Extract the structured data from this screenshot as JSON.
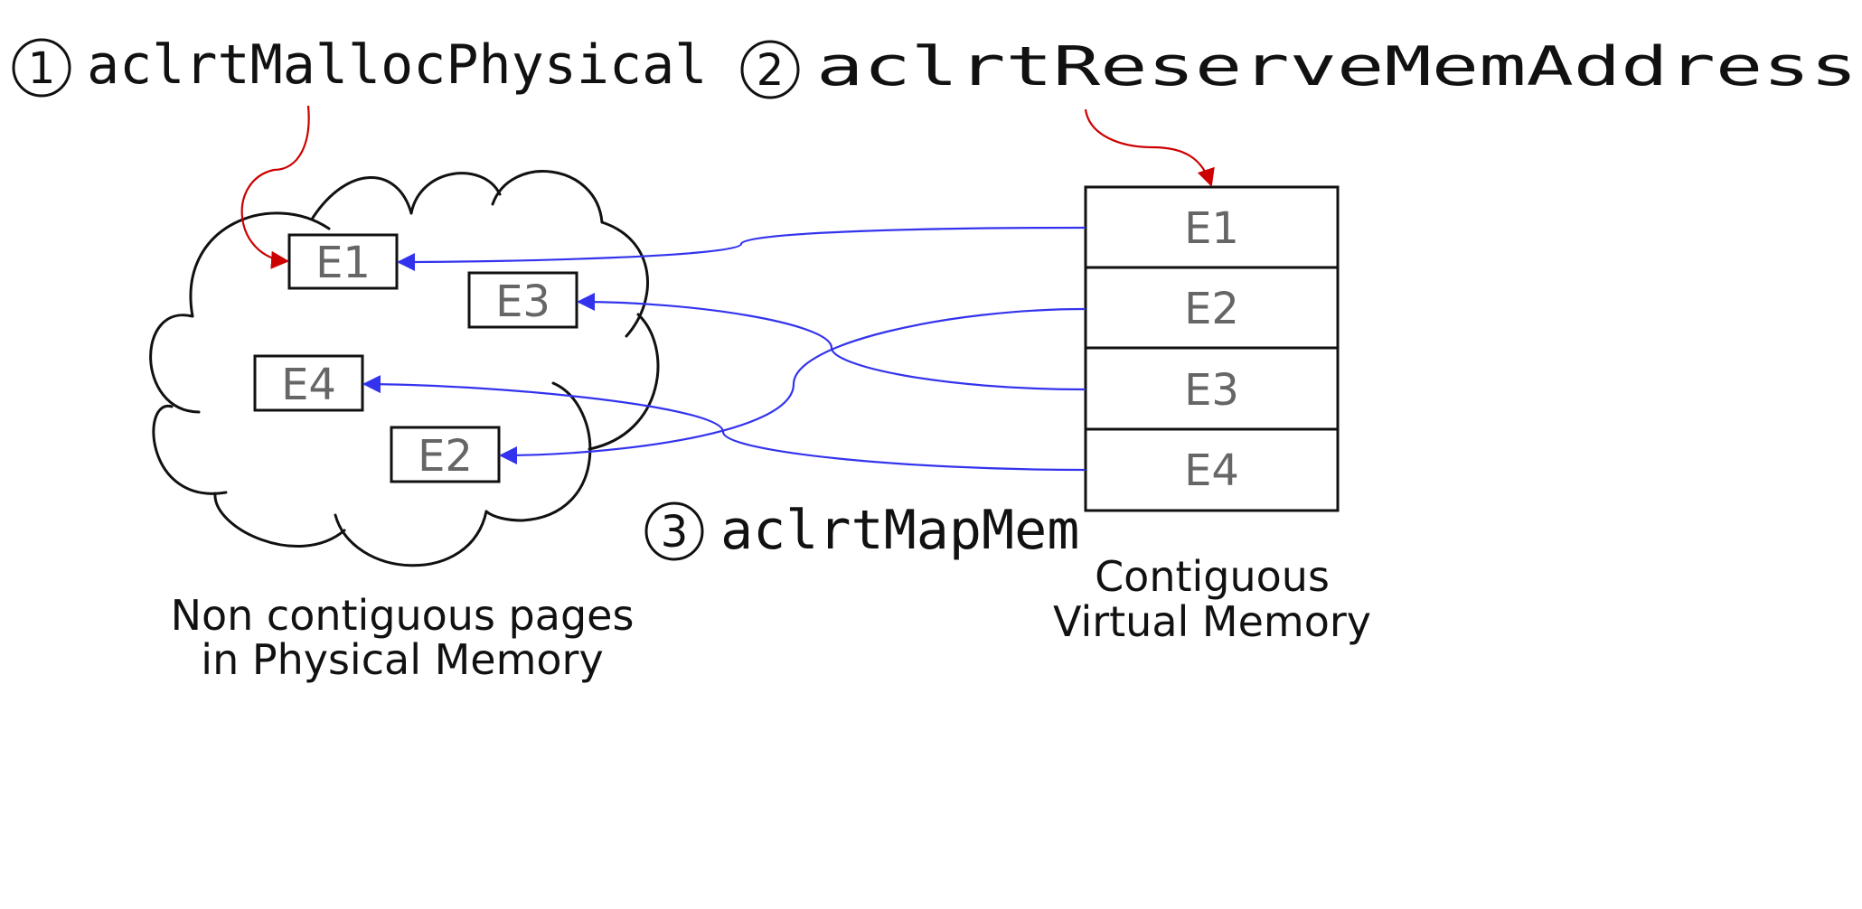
{
  "colors": {
    "mapping_arrow": "#3333ee",
    "callout_arrow": "#cc0000",
    "outline": "#111111",
    "segment_text": "#666666"
  },
  "steps": [
    {
      "number": "1",
      "label": "aclrtMallocPhysical"
    },
    {
      "number": "2",
      "label": "aclrtReserveMemAddress"
    },
    {
      "number": "3",
      "label": "aclrtMapMem"
    }
  ],
  "physical_memory": {
    "caption_line1": "Non contiguous pages",
    "caption_line2": "in Physical Memory",
    "blocks": [
      "E1",
      "E3",
      "E4",
      "E2"
    ]
  },
  "virtual_memory": {
    "caption_line1": "Contiguous",
    "caption_line2": "Virtual Memory",
    "segments": [
      "E1",
      "E2",
      "E3",
      "E4"
    ]
  }
}
